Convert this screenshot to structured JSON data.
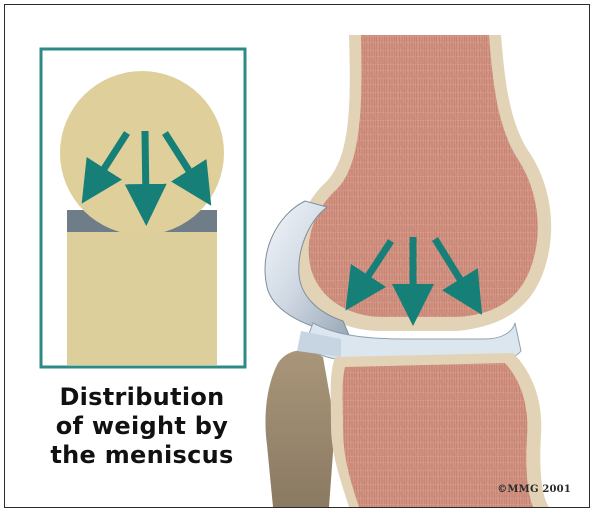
{
  "caption": {
    "line1": "Distribution",
    "line2": "of weight by",
    "line3": "the meniscus"
  },
  "credit": "©MMG 2001",
  "colors": {
    "arrow": "#167f78",
    "inset_border": "#2e8b83",
    "bone_pink": "#d19080",
    "cartilage": "#e8ddc6",
    "inset_ball": "#dfcf9a",
    "meniscus": "#dfe7f0"
  }
}
